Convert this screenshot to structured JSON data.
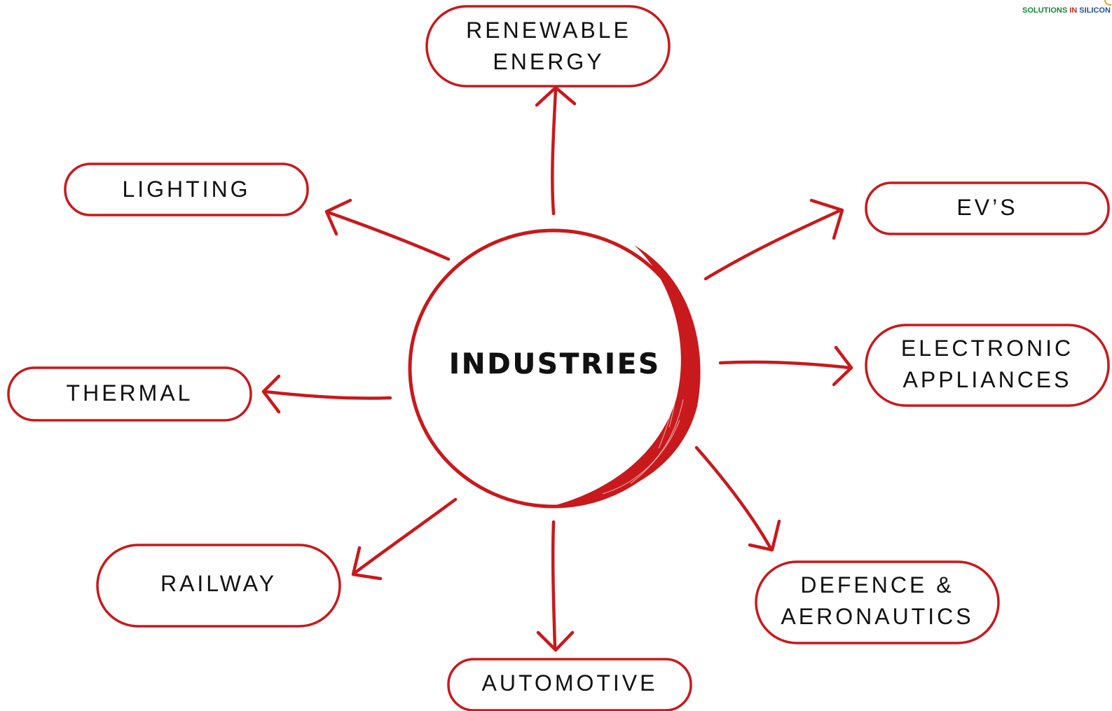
{
  "hub": {
    "label": "INDUSTRIES"
  },
  "nodes": [
    {
      "id": "renewable",
      "lines": [
        "RENEWABLE",
        "ENERGY"
      ]
    },
    {
      "id": "lighting",
      "lines": [
        "LIGHTING"
      ]
    },
    {
      "id": "evs",
      "lines": [
        "EV’S"
      ]
    },
    {
      "id": "electronic",
      "lines": [
        "ELECTRONIC",
        "APPLIANCES"
      ]
    },
    {
      "id": "thermal",
      "lines": [
        "THERMAL"
      ]
    },
    {
      "id": "railway",
      "lines": [
        "RAILWAY"
      ]
    },
    {
      "id": "defence",
      "lines": [
        "DEFENCE &",
        "AERONAUTICS"
      ]
    },
    {
      "id": "automotive",
      "lines": [
        "AUTOMOTIVE"
      ]
    }
  ],
  "logo": {
    "tagline_part1": "SOLUTIONS ",
    "tagline_part2": "IN ",
    "tagline_part3": "SILICON"
  },
  "colors": {
    "accent": "#c8191c",
    "text": "#111111",
    "background": "#ffffff"
  }
}
